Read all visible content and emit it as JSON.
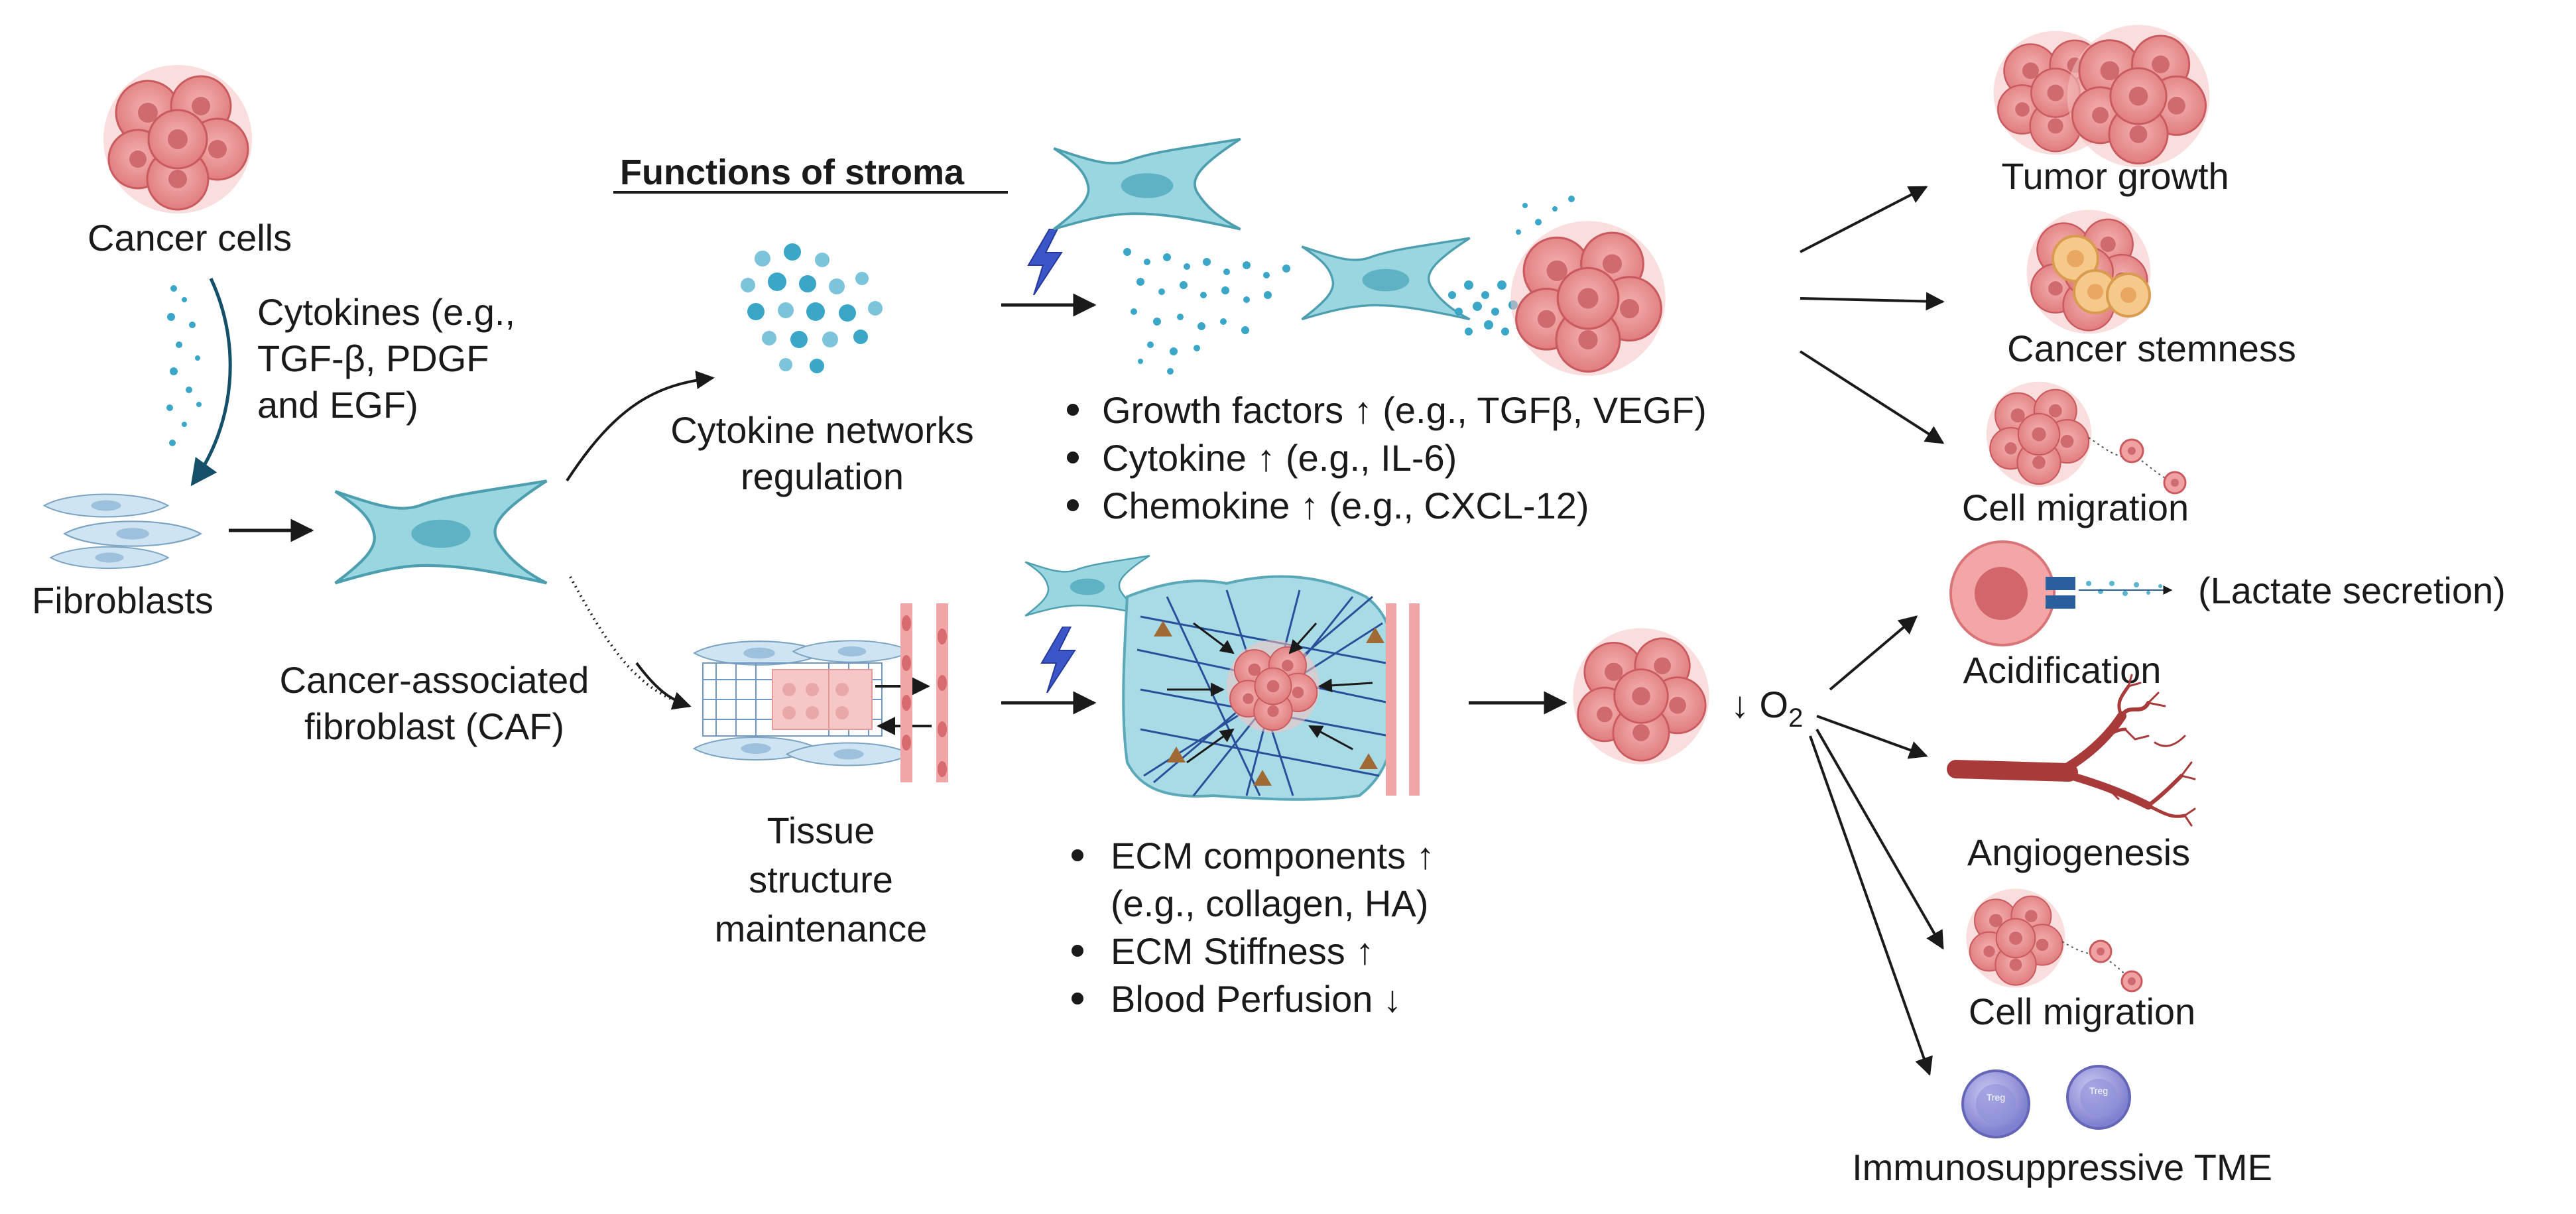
{
  "labels": {
    "cancer_cells": "Cancer cells",
    "cytokines_l1": "Cytokines (e.g.,",
    "cytokines_l2": "TGF-β, PDGF",
    "cytokines_l3": "and EGF)",
    "fibroblasts": "Fibroblasts",
    "caf_l1": "Cancer-associated",
    "caf_l2": "fibroblast (CAF)",
    "functions_title": "Functions of stroma",
    "cytokine_net_l1": "Cytokine networks",
    "cytokine_net_l2": "regulation",
    "tissue_l1": "Tissue",
    "tissue_l2": "structure",
    "tissue_l3": "maintenance",
    "o2": "↓ O",
    "o2_sub": "2",
    "lactate": "(Lactate secretion)",
    "treg": "Treg"
  },
  "top_bullets": [
    "Growth factors ↑ (e.g., TGFβ, VEGF)",
    "Cytokine ↑ (e.g., IL-6)",
    "Chemokine ↑ (e.g., CXCL-12)"
  ],
  "bottom_bullets": [
    "ECM components ↑",
    "(e.g., collagen, HA)",
    "ECM Stiffness ↑",
    "Blood Perfusion ↓"
  ],
  "outcomes_top": [
    "Tumor growth",
    "Cancer stemness",
    "Cell migration"
  ],
  "outcomes_bottom": [
    "Acidification",
    "Angiogenesis",
    "Cell migration",
    "Immunosuppressive TME"
  ],
  "colors": {
    "tumor": "#e98a8a",
    "tumor_dark": "#c95a5e",
    "fibroblast": "#8fd0dc",
    "fibroblast_dark": "#5aa8b8",
    "cytokine_dot": "#3aa6c8",
    "lightning": "#3a56c8",
    "vessel": "#a83a3a",
    "treg": "#8e8fd8",
    "stem": "#f4c98a"
  }
}
